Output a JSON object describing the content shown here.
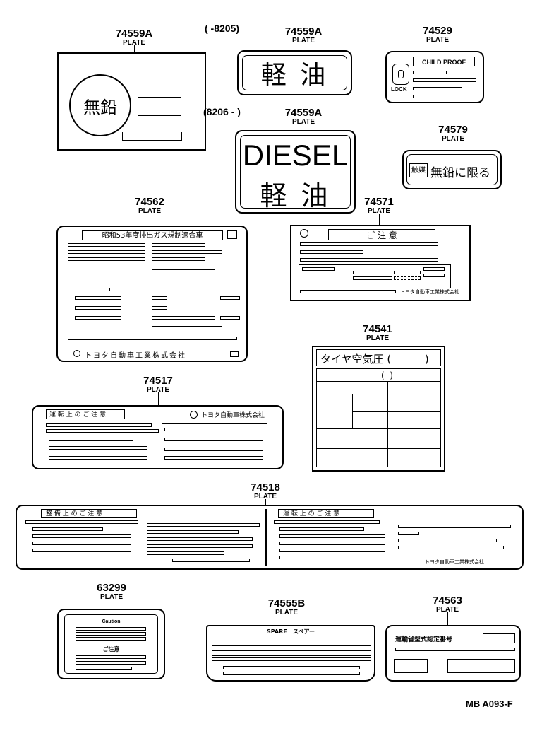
{
  "parts": {
    "p74559a_1": {
      "number": "74559A",
      "name": "PLATE",
      "text": "無鉛"
    },
    "p74559a_2": {
      "number": "74559A",
      "name": "PLATE",
      "note": "(      -8205)",
      "text": "軽 油"
    },
    "p74559a_3": {
      "number": "74559A",
      "name": "PLATE",
      "note": "(8206 -       )",
      "text_top": "DIESEL",
      "text_bottom": "軽 油"
    },
    "p74529": {
      "number": "74529",
      "name": "PLATE",
      "text_header": "CHILD PROOF",
      "text_lock": "LOCK"
    },
    "p74579": {
      "number": "74579",
      "name": "PLATE",
      "text_box": "触媒",
      "text": "無鉛に限る"
    },
    "p74562": {
      "number": "74562",
      "name": "PLATE",
      "header": "昭和53年度排出ガス規制適合車",
      "footer": "トヨタ自動車工業株式会社"
    },
    "p74571": {
      "number": "74571",
      "name": "PLATE",
      "header": "ご  注  意",
      "footer": "トヨタ自動車工業株式会社"
    },
    "p74541": {
      "number": "74541",
      "name": "PLATE",
      "header": "タイヤ空気圧 (          )",
      "sub": "(  )"
    },
    "p74517": {
      "number": "74517",
      "name": "PLATE",
      "header": "運 転 上 の ご 注 意",
      "maker": "トヨタ自動車株式会社"
    },
    "p74518": {
      "number": "74518",
      "name": "PLATE",
      "header_left": "整 備 上 の ご 注 意",
      "header_right": "運 転 上 の ご 注 意",
      "footer": "トヨタ自動車工業株式会社"
    },
    "p63299": {
      "number": "63299",
      "name": "PLATE",
      "caution": "Caution",
      "chui": "ご注意"
    },
    "p74555b": {
      "number": "74555B",
      "name": "PLATE",
      "header": "SPARE   スペアー"
    },
    "p74563": {
      "number": "74563",
      "name": "PLATE",
      "header": "運輸省型式認定番号"
    }
  },
  "footer_code": "MB A093-F"
}
